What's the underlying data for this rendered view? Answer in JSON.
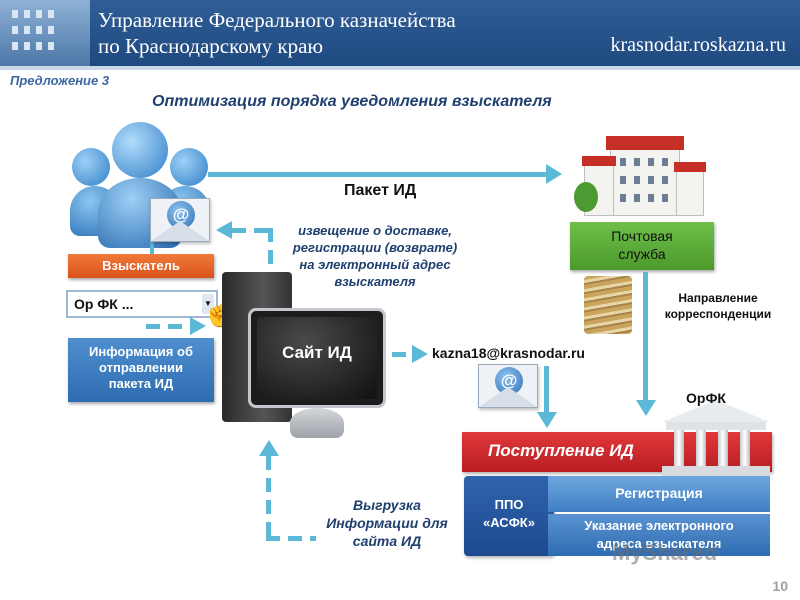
{
  "header": {
    "title_line1": "Управление Федерального казначейства",
    "title_line2": "по Краснодарскому краю",
    "site": "krasnodar.roskazna.ru"
  },
  "proposal": "Предложение 3",
  "title": "Оптимизация порядка уведомления взыскателя",
  "labels": {
    "packet": "Пакет ИД",
    "notice": [
      "извещение о доставке,",
      "регистрации (возврате)",
      "на электронный адрес",
      "взыскателя"
    ],
    "claimant": "Взыскатель",
    "select_value": "Ор ФК ...",
    "info_box": [
      "Информация об",
      "отправлении",
      "пакета ИД"
    ],
    "site_id": "Сайт ИД",
    "postal": [
      "Почтовая",
      "служба"
    ],
    "direction": [
      "Направление",
      "корреспонденции"
    ],
    "email": "kazna18@krasnodar.ru",
    "orfk": "ОрФК",
    "receipt": "Поступление  ИД",
    "ppo": [
      "ППО",
      "«АСФК»"
    ],
    "registration": "Регистрация",
    "address": [
      "Указание электронного",
      "адреса взыскателя"
    ],
    "export": [
      "Выгрузка",
      "Информации для",
      "сайта ИД"
    ]
  },
  "watermark": "MyShared",
  "page_number": "10",
  "colors": {
    "header": "#2f5d96",
    "accent_line": "#5bb8d6",
    "orange": "#e2622a",
    "blue": "#3f7fc4",
    "green": "#5dac3a",
    "red": "#cc2a2e"
  },
  "icons": [
    "people-icon",
    "email-envelope-icon",
    "computer-icon",
    "hand-pointer-icon",
    "building-icon",
    "papers-icon",
    "temple-icon"
  ]
}
